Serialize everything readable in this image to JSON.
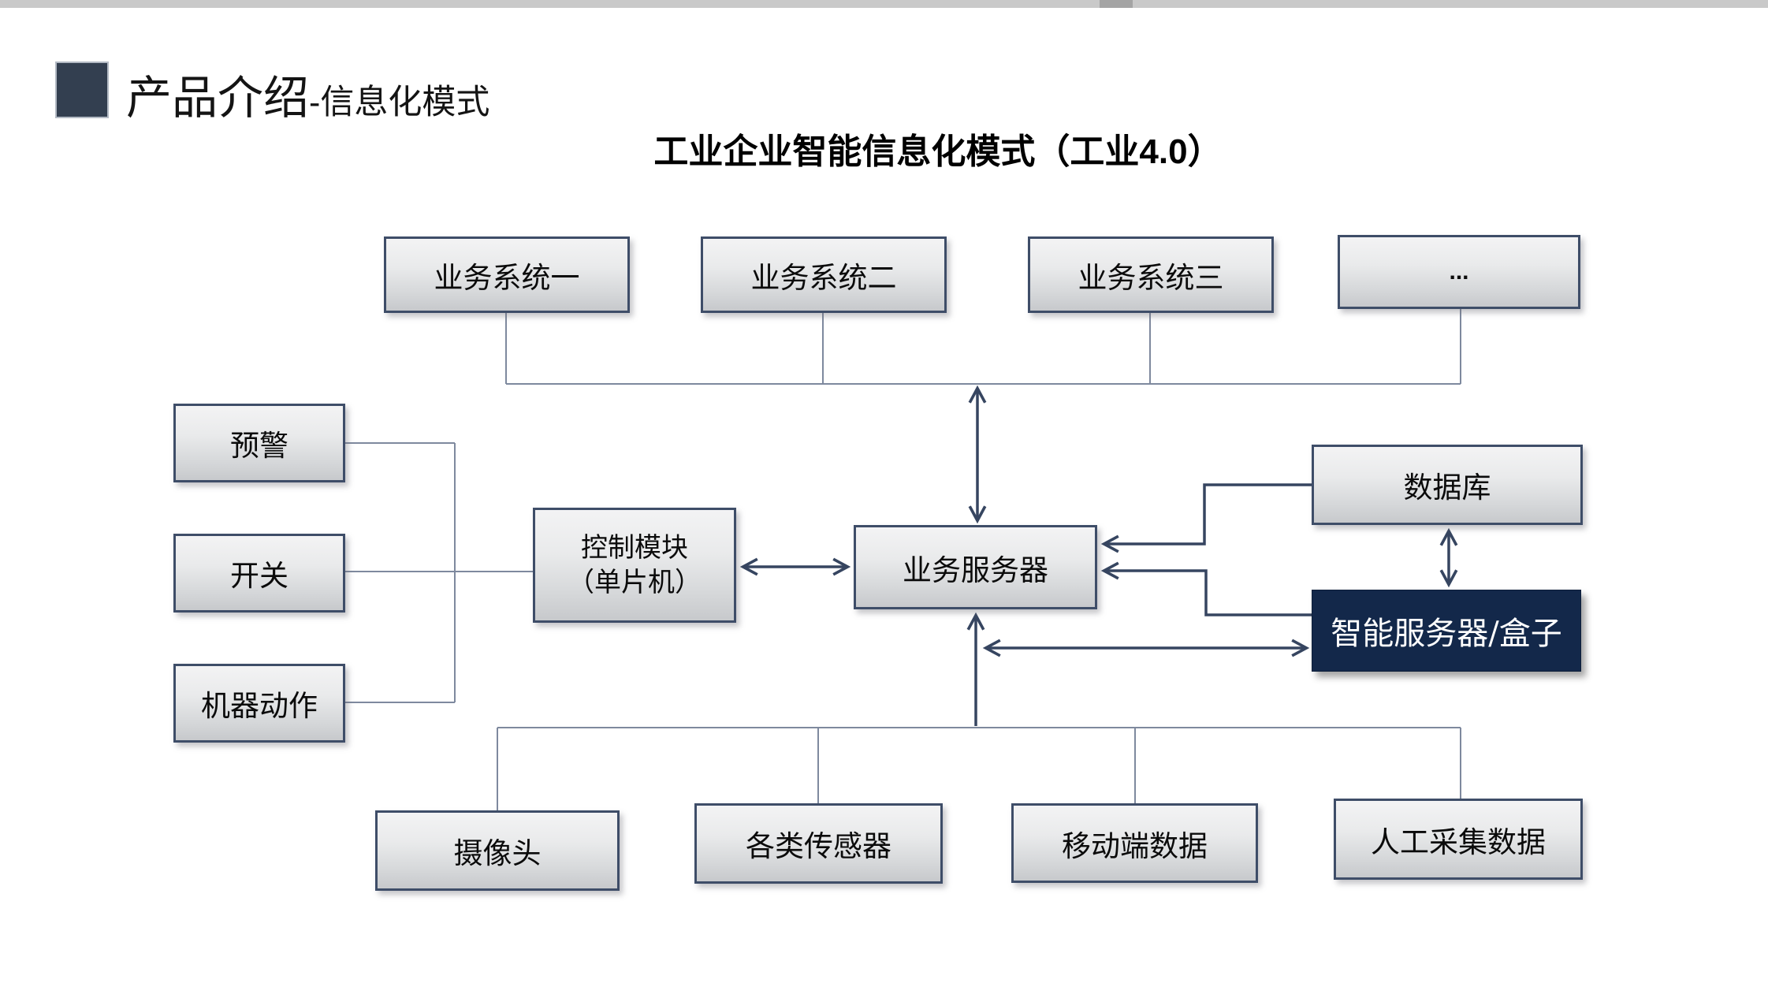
{
  "header": {
    "title": "产品介绍",
    "subtitle": "-信息化模式"
  },
  "diagram": {
    "title": "工业企业智能信息化模式（工业4.0）",
    "nodes": {
      "system1": "业务系统一",
      "system2": "业务系统二",
      "system3": "业务系统三",
      "more": "...",
      "alert": "预警",
      "switch": "开关",
      "machine_action": "机器动作",
      "control_line1": "控制模块",
      "control_line2": "（单片机）",
      "business_server": "业务服务器",
      "database": "数据库",
      "smart_server": "智能服务器/盒子",
      "camera": "摄像头",
      "sensors": "各类传感器",
      "mobile_data": "移动端数据",
      "manual_data": "人工采集数据"
    },
    "colors": {
      "box_border": "#3e4d68",
      "box_fill_top": "#f3f3f4",
      "box_fill_bottom": "#c7c9cc",
      "dark_box_fill": "#13284a",
      "dark_box_text": "#ffffff",
      "thin_line": "#7e899e",
      "arrow_line": "#364560",
      "header_square": "#333f50",
      "top_scrollbar": "#c9c9c9"
    }
  }
}
